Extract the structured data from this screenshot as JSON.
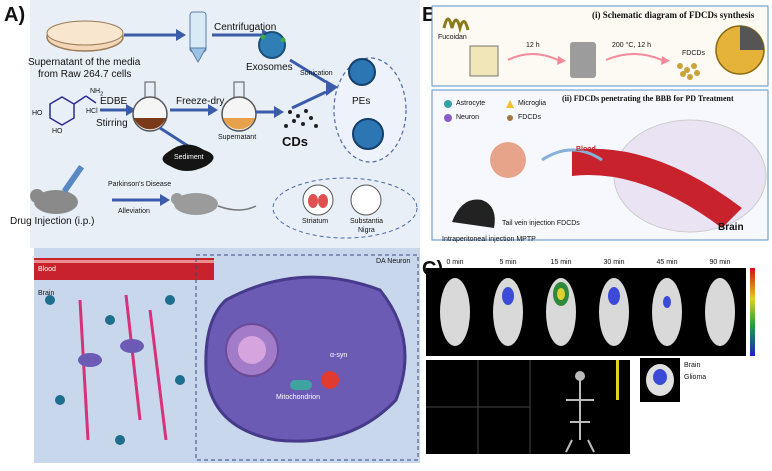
{
  "panelA": {
    "label": "A)",
    "dish_caption_line1": "Supernatant of the media",
    "dish_caption_line2": "from Raw 264.7 cells",
    "centrifugation": "Centrifugation",
    "exosomes": "Exosomes",
    "sonication": "Sonication",
    "pes": "PEs",
    "nh2": "NH",
    "nh2_sub": "2",
    "hcl": "HCl",
    "ho1": "HO",
    "ho2": "HO",
    "edbe": "EDBE",
    "stirring": "Stirring",
    "freeze_dry": "Freeze-dry",
    "supernatant": "Supernatant",
    "sediment": "Sediment",
    "cds": "CDs",
    "pd_line1": "Parkinson's Disease",
    "pd_line2": "Alleviation",
    "drug_injection": "Drug Injection (i.p.)",
    "striatum": "Striatum",
    "substantia_line1": "Substantia",
    "substantia_line2": "Nigra",
    "blood": "Blood",
    "brain": "Brain",
    "da_neuron": "DA Neuron",
    "alpha_syn": "α-syn",
    "mitochondrion": "Mitochondrion"
  },
  "panelB": {
    "label": "B)",
    "title_i": "(i) Schematic diagram of FDCDs synthesis",
    "fucoidan": "Fucoidan",
    "time": "12 h",
    "conditions": "200 °C, 12 h",
    "fdcds": "FDCDs",
    "title_ii": "(ii) FDCDs penetrating the BBB for PD Treatment",
    "legend": [
      "Astrocyte",
      "Microglia",
      "Neuron",
      "FDCDs"
    ],
    "blood": "Blood",
    "brain": "Brain",
    "tail_vein": "Tail vein injection FDCDs",
    "intraperitoneal": "Intraperitoneal injection  MPTP"
  },
  "panelC": {
    "label": "C)",
    "times": [
      "0 min",
      "5 min",
      "15 min",
      "30 min",
      "45 min",
      "90 min"
    ],
    "brain": "Brain",
    "glioma": "Glioma"
  },
  "colors": {
    "panelA_bg": "#e6edf6",
    "cell_purple": "#6b5bb5",
    "blood_red": "#c8232c",
    "panelB_border": "#5a8fc6",
    "arrow_blue": "#3b5ca8"
  }
}
